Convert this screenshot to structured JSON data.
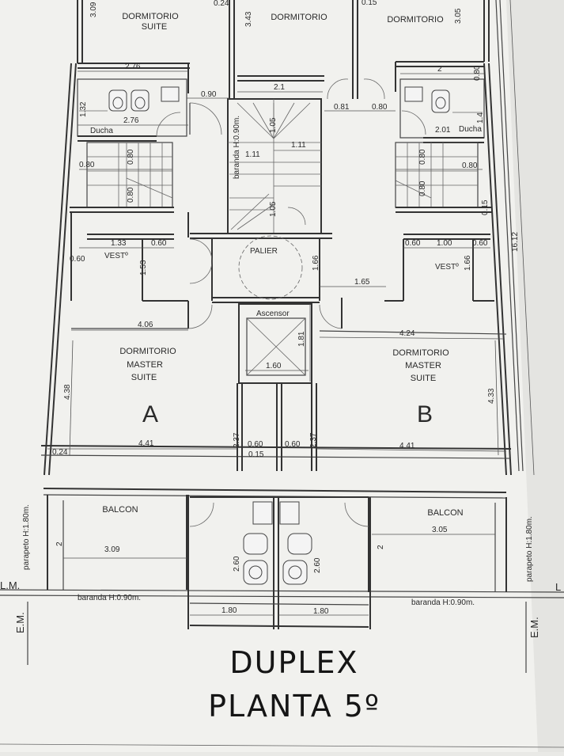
{
  "title": {
    "line1": "DUPLEX",
    "line2": "PLANTA 5º"
  },
  "rooms": {
    "dorm_left": "DORMITORIO",
    "suite_left": "SUITE",
    "dorm_center": "DORMITORIO",
    "dorm_right": "DORMITORIO",
    "ducha_left": "Ducha",
    "ducha_right": "Ducha",
    "vest_left": "VESTº",
    "vest_right": "VESTº",
    "palier": "PALIER",
    "ascensor": "Ascensor",
    "master_a_1": "DORMITORIO",
    "master_a_2": "MASTER",
    "master_a_3": "SUITE",
    "master_b_1": "DORMITORIO",
    "master_b_2": "MASTER",
    "master_b_3": "SUITE",
    "unit_a": "A",
    "unit_b": "B",
    "balcon_left": "BALCON",
    "balcon_right": "BALCON"
  },
  "notes": {
    "parapeto_left": "parapeto H:1.80m.",
    "parapeto_right": "parapeto H:1.80m.",
    "baranda_left": "baranda  H:0.90m.",
    "baranda_right": "baranda  H:0.90m.",
    "baranda_stair": "baranda H:0.90m.",
    "em_left": "E.M.",
    "em_right": "E.M.",
    "lm_left": "L.M.",
    "lm_right": "L"
  },
  "dimensions": {
    "d309": "3.09",
    "d024top": "0.24",
    "d343": "3.43",
    "d015top": "0.15",
    "d305top": "3.05",
    "d276a": "2.76",
    "d090": "0.90",
    "d21": "2.1",
    "d2": "2",
    "d080r": "0.80",
    "d132": "1.32",
    "d276b": "2.76",
    "d081": "0.81",
    "d080b": "0.80",
    "d14": "1.4",
    "d201": "2.01",
    "d105a": "1.05",
    "d111a": "1.11",
    "d111b": "1.11",
    "d080l": "0.80",
    "d080s1": "0.80",
    "d080s2": "0.80",
    "d080rr": "0.80",
    "d080s3": "0.80",
    "d080s4": "0.80",
    "d105b": "1.05",
    "d015r": "0.15",
    "d1612": "16.12",
    "d133": "1.33",
    "d060a": "0.60",
    "d060b": "0.60",
    "d153": "1.53",
    "d060c": "0.60",
    "d100": "1.00",
    "d060d": "0.60",
    "d166": "1.66",
    "d056": "1.66",
    "d165": "1.65",
    "d406": "4.06",
    "d424": "4.24",
    "d181": "1.81",
    "d160": "1.60",
    "d438": "4.38",
    "d433": "4.33",
    "d441a": "4.41",
    "d441b": "4.41",
    "d024": "0.24",
    "d237a": "2.37",
    "d237b": "2.37",
    "d060e": "0.60",
    "d060f": "0.60",
    "d015": "0.15",
    "d2b": "2",
    "d2c": "2",
    "d309b": "3.09",
    "d305": "3.05",
    "d260a": "2.60",
    "d260b": "2.60",
    "d180a": "1.80",
    "d180b": "1.80"
  }
}
